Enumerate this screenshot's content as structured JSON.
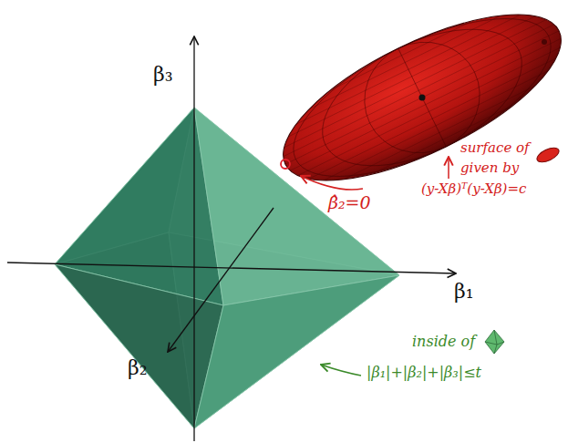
{
  "diagram": {
    "labels": [
      "β₃",
      "β̂₂=0",
      "surface of",
      "given by",
      "(y-Xβ)ᵀ(y-Xβ)=c",
      "β₁",
      "inside of",
      "|β₁|+|β₂|+|β₃|≤t",
      "β₂"
    ]
  }
}
